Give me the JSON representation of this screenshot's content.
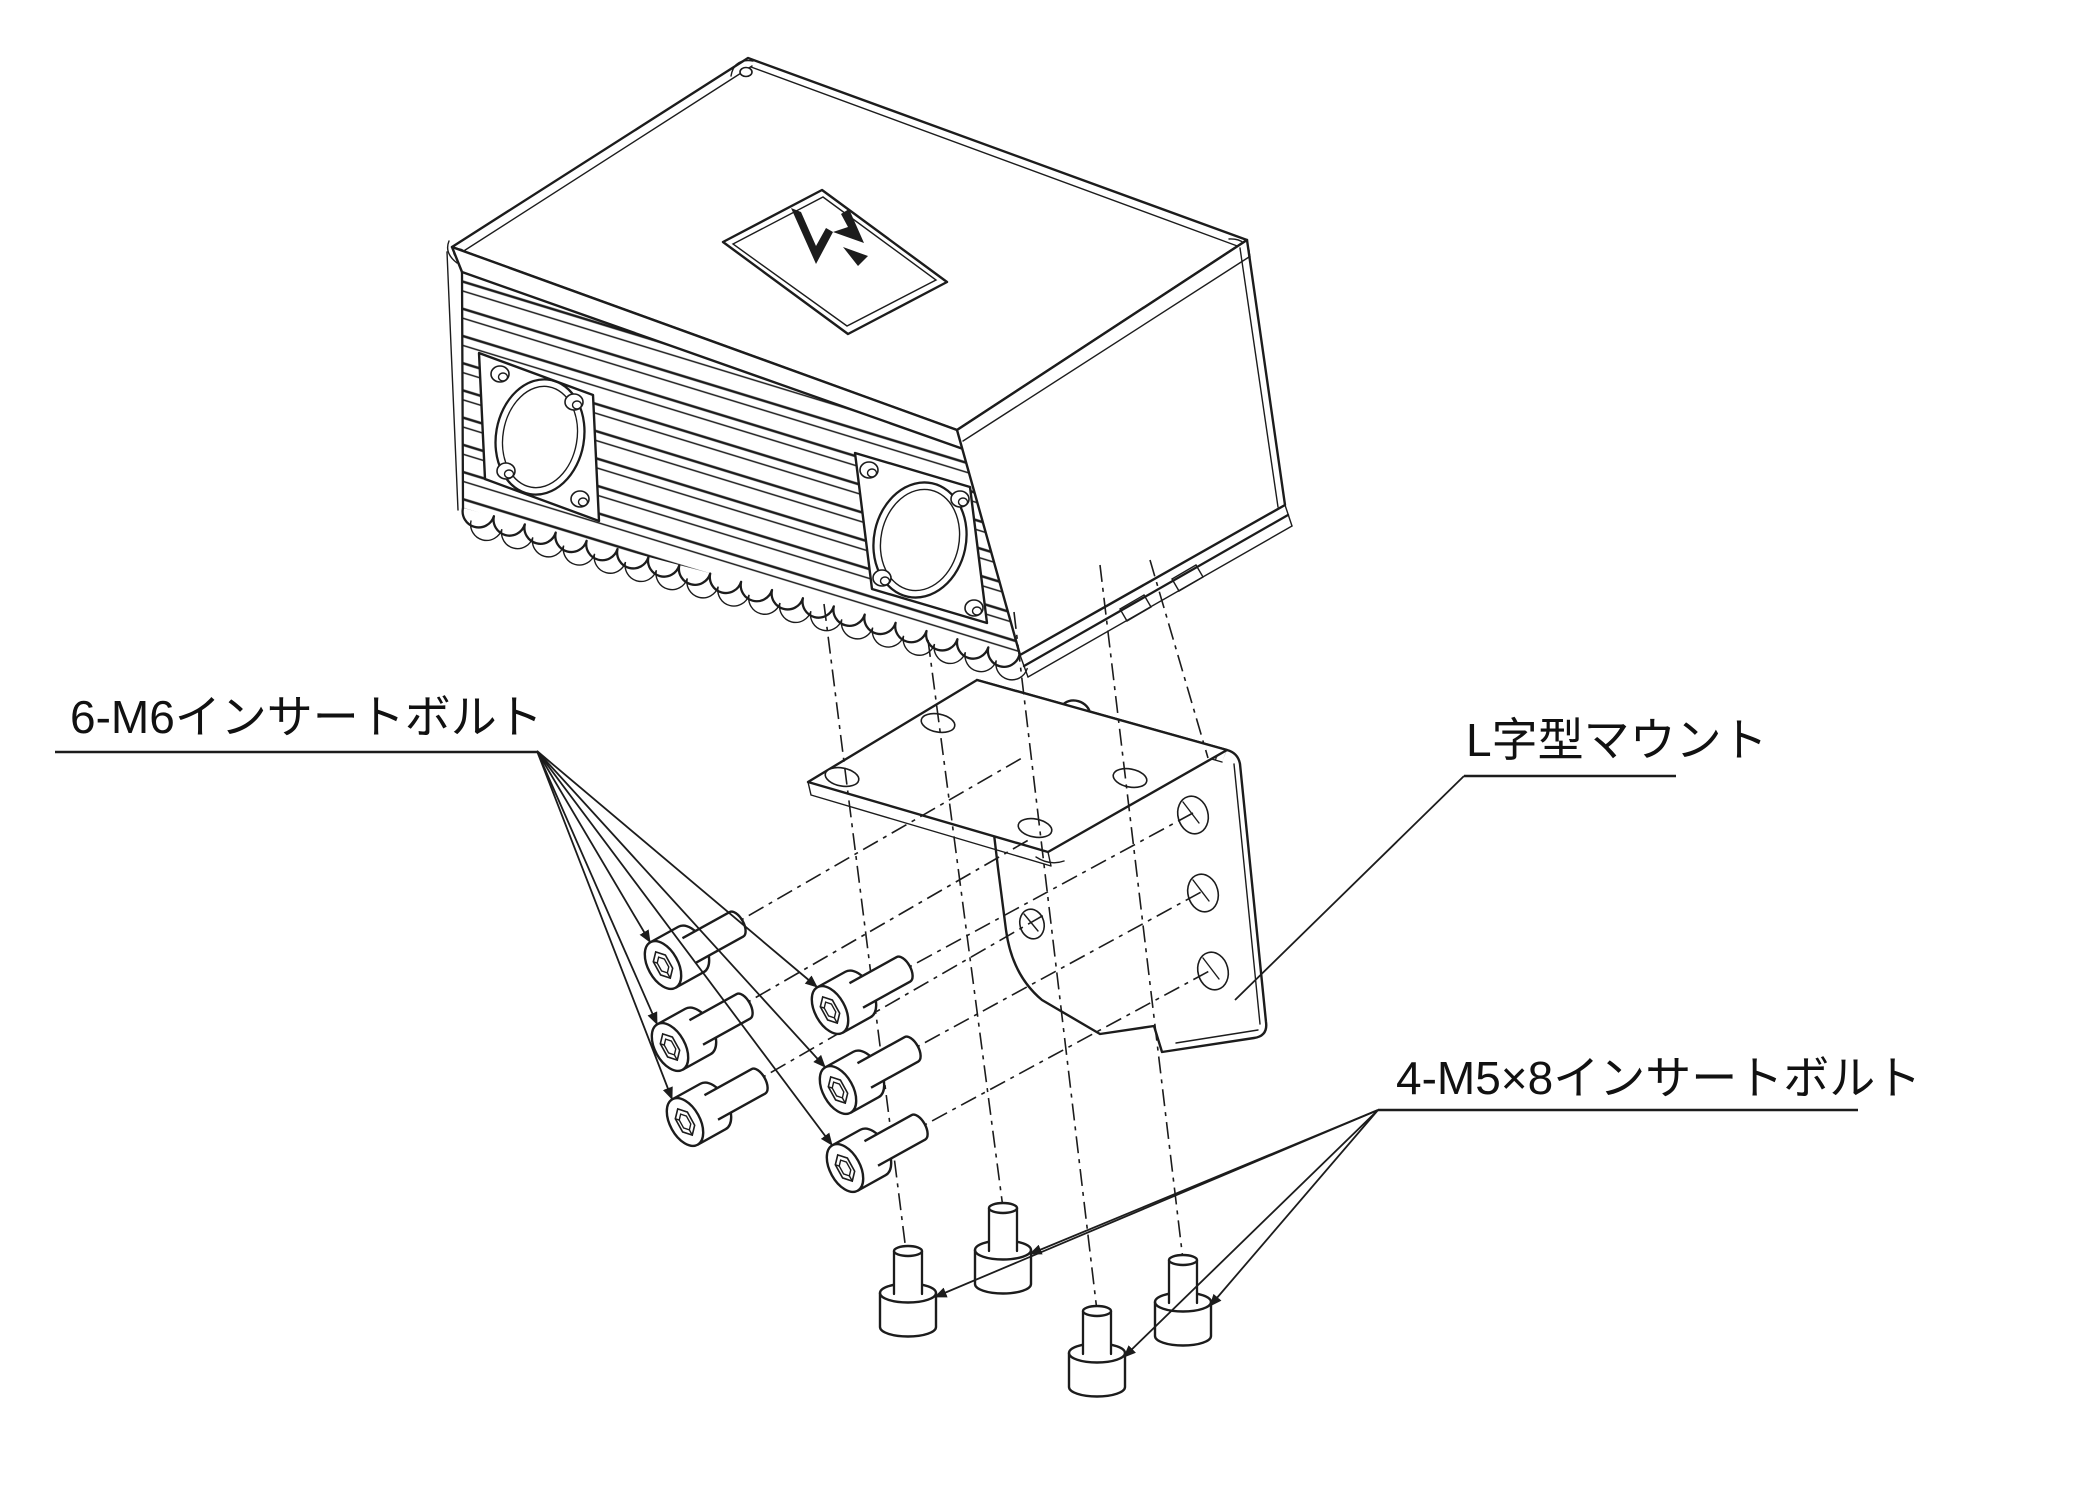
{
  "diagram": {
    "type": "exploded-assembly-drawing",
    "background_color": "#ffffff",
    "ink_color": "#1c1c1c",
    "parts_shown": [
      "device-with-heatsink",
      "l-shaped-mount",
      "m6-insert-bolts",
      "m5x8-insert-bolts"
    ]
  },
  "callouts": {
    "m6_bolts": {
      "text": "6-M6インサートボルト",
      "leader_count": 6
    },
    "mount": {
      "text": "L字型マウント",
      "leader_count": 1
    },
    "m5_bolts": {
      "text": "4-M5×8インサートボルト",
      "leader_count": 4
    }
  }
}
